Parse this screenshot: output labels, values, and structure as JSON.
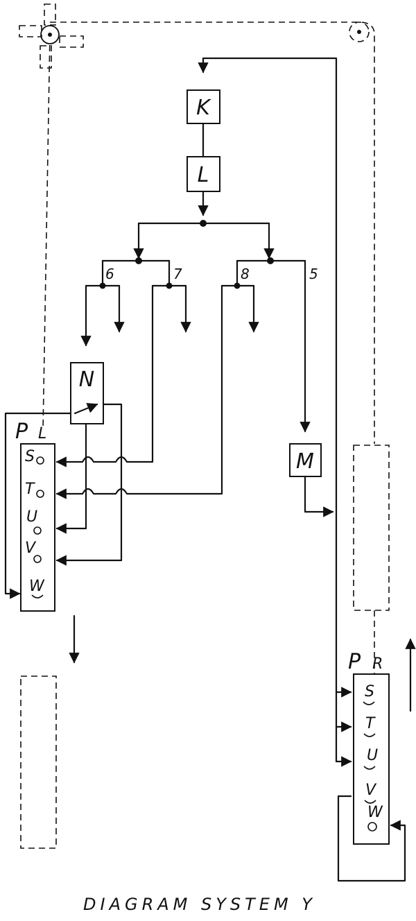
{
  "boxes": {
    "k": "K",
    "l": "L",
    "n": "N",
    "m": "M"
  },
  "branches": {
    "b6": "6",
    "b7": "7",
    "b8": "8",
    "b5": "5"
  },
  "panel_left": {
    "p": "P",
    "side": "L",
    "ports": [
      "S",
      "T",
      "U",
      "V",
      "W"
    ]
  },
  "panel_right": {
    "p": "P",
    "side": "R",
    "ports": [
      "S",
      "T",
      "U",
      "V",
      "W"
    ]
  },
  "caption": "DIAGRAM SYSTEM Y"
}
